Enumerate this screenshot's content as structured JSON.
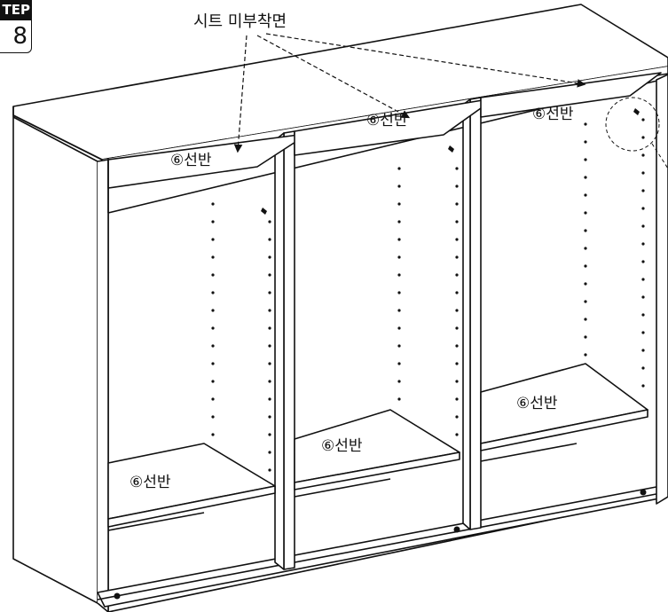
{
  "step": {
    "label": "TEP",
    "number": "8"
  },
  "callout": {
    "label": "시트 미부착면"
  },
  "shelves": [
    {
      "label": "⑥선반"
    },
    {
      "label": "⑥선반"
    },
    {
      "label": "⑥선반"
    },
    {
      "label": "⑥선반"
    },
    {
      "label": "⑥선반"
    },
    {
      "label": "⑥선반"
    }
  ]
}
